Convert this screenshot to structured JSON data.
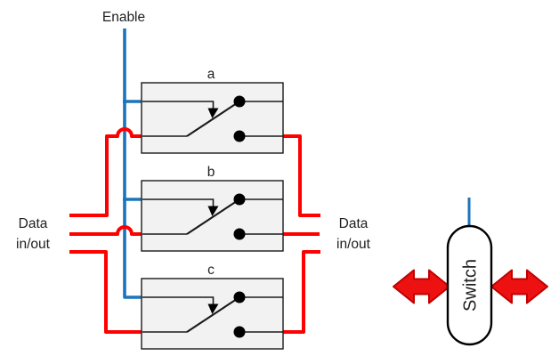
{
  "diagram": {
    "enable_label": "Enable",
    "data_io_left": {
      "line1": "Data",
      "line2": "in/out"
    },
    "data_io_right": {
      "line1": "Data",
      "line2": "in/out"
    },
    "switches": [
      {
        "label": "a"
      },
      {
        "label": "b"
      },
      {
        "label": "c"
      }
    ],
    "switch_symbol": {
      "label": "Switch"
    }
  },
  "colors": {
    "enable_wire_color": "#1c75bc",
    "data_wire_color": "#ff0000",
    "arrow_fill_color": "#ee1111",
    "arrow_border_color": "#c00000",
    "box_fill_color": "#f2f2f2",
    "text_color": "#1f1f1f"
  }
}
